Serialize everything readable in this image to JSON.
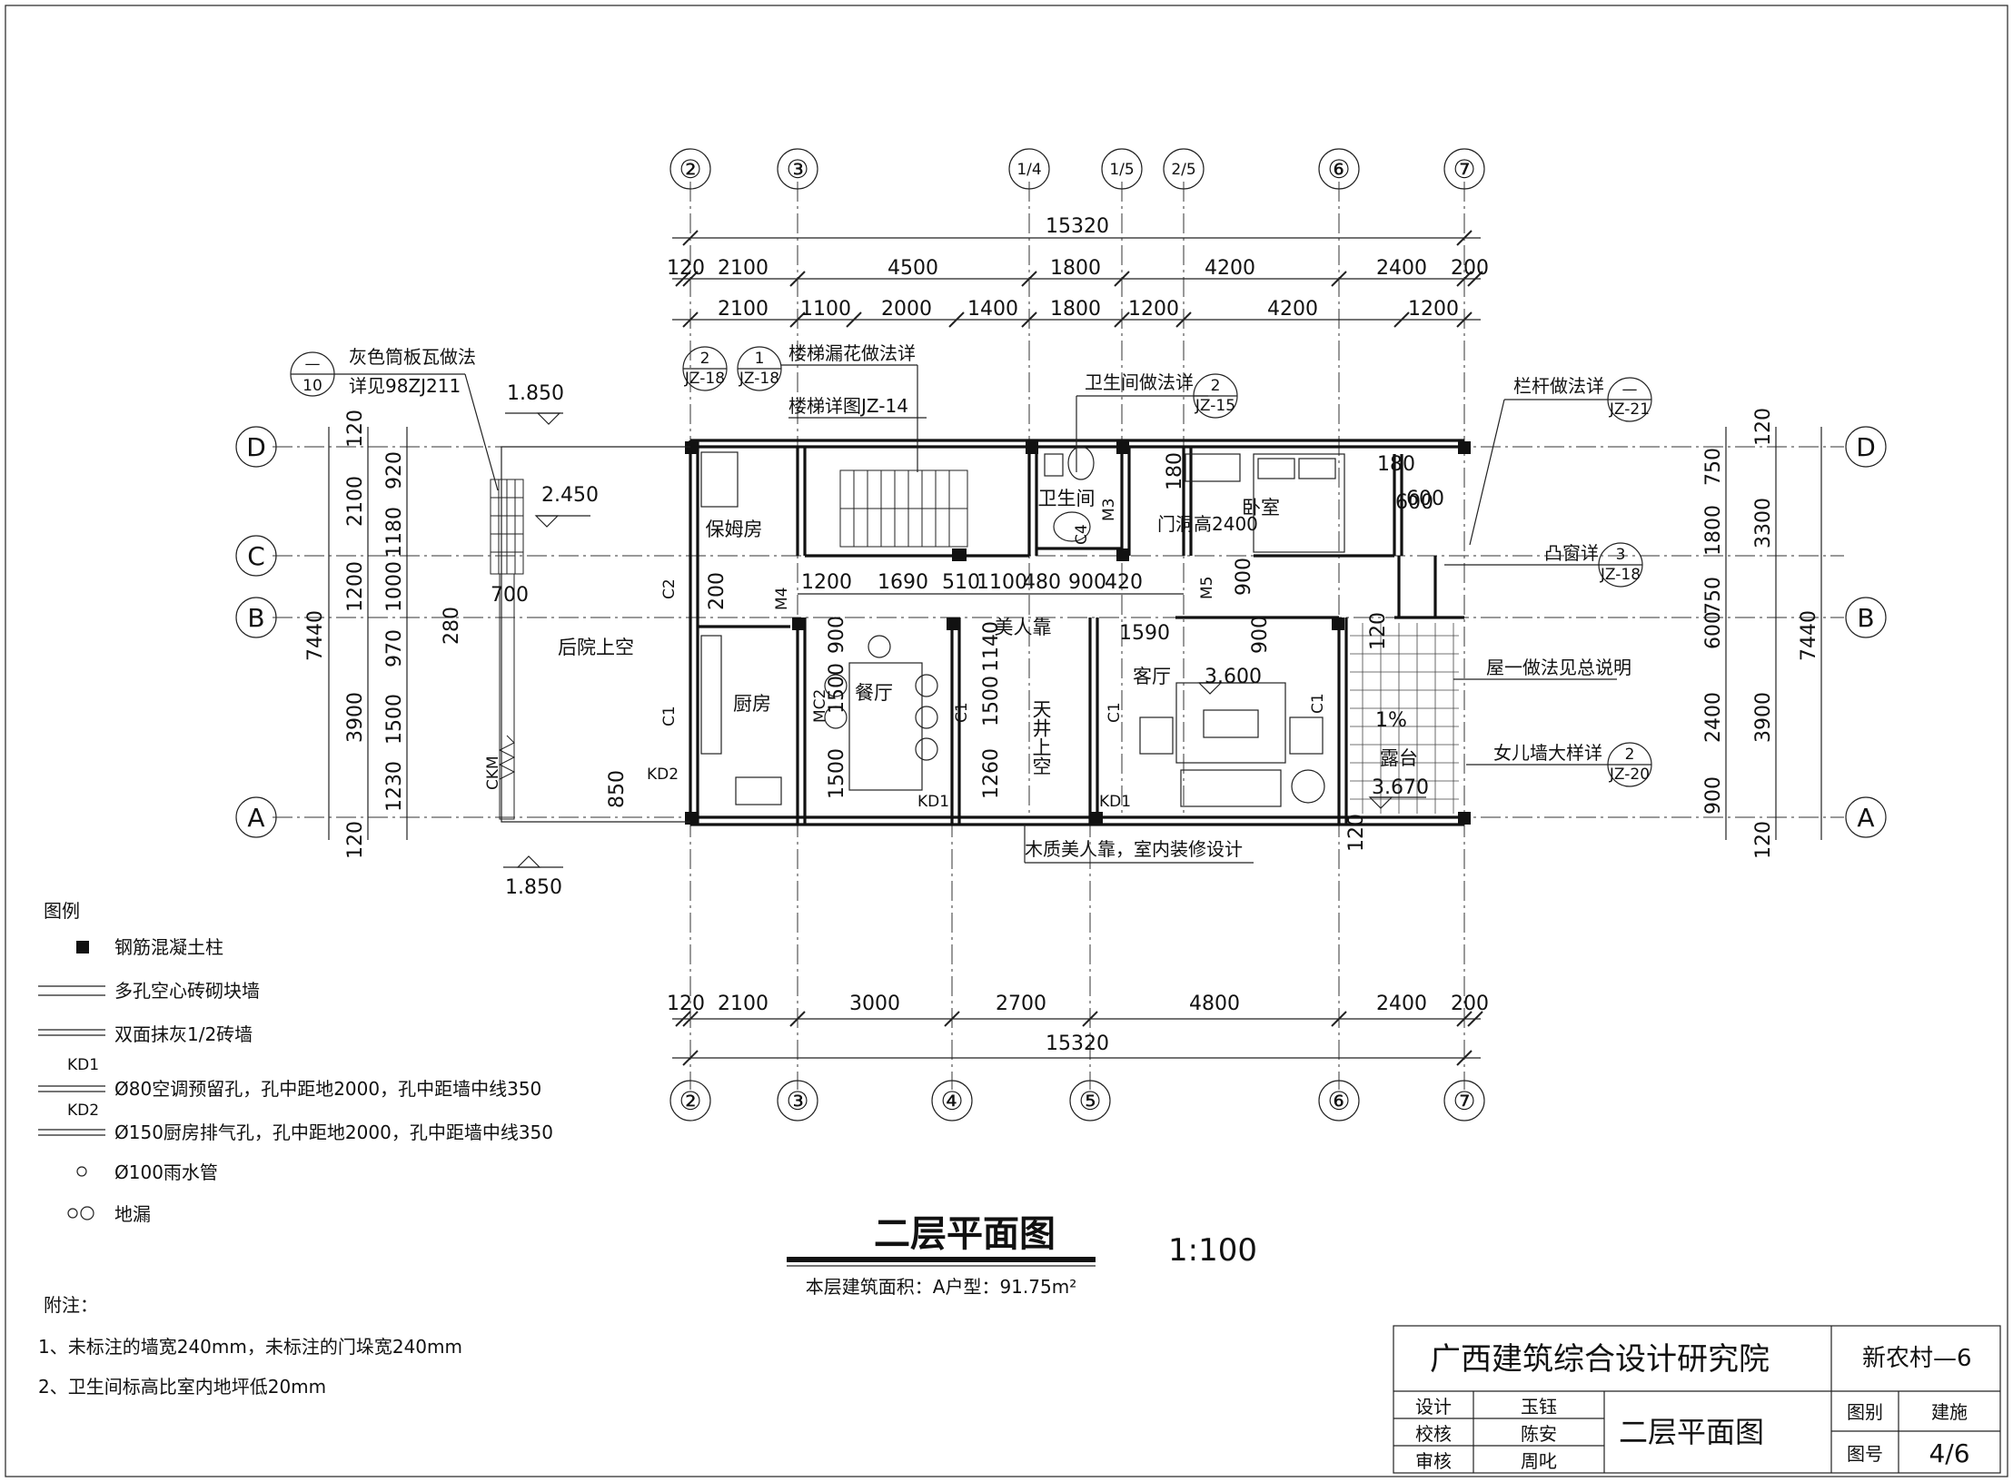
{
  "axes_top": [
    "②",
    "③",
    "1/4",
    "1/5",
    "2/5",
    "⑥",
    "⑦"
  ],
  "axes_bottom": [
    "②",
    "③",
    "④",
    "⑤",
    "⑥",
    "⑦"
  ],
  "axes_rows": [
    "D",
    "C",
    "B",
    "A"
  ],
  "dims": {
    "total_top": "15320",
    "top_row1": [
      "120",
      "2100",
      "4500",
      "1800",
      "4200",
      "2400",
      "200"
    ],
    "top_row2": [
      "2100",
      "1100",
      "2000",
      "1400",
      "1800",
      "1200",
      "4200",
      "1200"
    ],
    "bottom_row1": [
      "120",
      "2100",
      "3000",
      "2700",
      "4800",
      "2400",
      "200"
    ],
    "total_bottom": "15320",
    "left_total": "7440",
    "left_row1": [
      "120",
      "2100",
      "1200",
      "3900",
      "120"
    ],
    "left_row2": [
      "920",
      "1180",
      "1000",
      "970",
      "1500",
      "1230"
    ],
    "right_total": "7440",
    "right_row1": [
      "120",
      "3300",
      "3900",
      "120"
    ],
    "right_row2": [
      "750",
      "1800",
      "750",
      "600",
      "2400",
      "900"
    ],
    "inner_row": [
      "1200",
      "1690",
      "510",
      "1100",
      "480",
      "900",
      "420"
    ],
    "misc": [
      "200",
      "280",
      "700",
      "1590",
      "1140",
      "1500",
      "1260",
      "900",
      "1500",
      "1500",
      "900",
      "180",
      "600",
      "180",
      "850",
      "120",
      "120",
      "900",
      "1%",
      "600"
    ]
  },
  "elevations": [
    "1.850",
    "2.450",
    "1.850",
    "3.600",
    "3.670"
  ],
  "rooms": {
    "nanny": "保姆房",
    "kitchen": "厨房",
    "dining": "餐厅",
    "patio": "天井上空",
    "living": "客厅",
    "bath": "卫生间",
    "master": "卧室",
    "terrace": "露台",
    "backyard": "后院上空",
    "beauty": "美人靠"
  },
  "doors": [
    "C1",
    "C2",
    "M4",
    "MC2",
    "C1",
    "C1",
    "C1",
    "M3",
    "M5",
    "C4",
    "KD1",
    "KD1",
    "KD2",
    "CKM"
  ],
  "callouts": {
    "roof_tile": "灰色筒板瓦做法",
    "roof_tile_ref": "详见98ZJ211",
    "roof_tile_idx": "—",
    "roof_tile_num": "10",
    "stair_lattice": "楼梯漏花做法详",
    "stair_detail": "楼梯详图JZ-14",
    "jz18a_top": "2",
    "jz18a_bot": "JZ-18",
    "jz18b_top": "1",
    "jz18b_bot": "JZ-18",
    "bath_detail": "卫生间做法详",
    "jz15_top": "2",
    "jz15_bot": "JZ-15",
    "railing": "栏杆做法详",
    "jz21_top": "—",
    "jz21_bot": "JZ-21",
    "bay_window": "凸窗详",
    "jz18c_top": "3",
    "jz18c_bot": "JZ-18",
    "roof_note": "屋一做法见总说明",
    "parapet": "女儿墙大样详",
    "jz20_top": "2",
    "jz20_bot": "JZ-20",
    "door_height": "门洞高2400",
    "bench": "木质美人靠，室内装修设计"
  },
  "legend": {
    "title": "图例",
    "items": [
      "钢筋混凝土柱",
      "多孔空心砖砌块墙",
      "双面抹灰1/2砖墙",
      "Ø80空调预留孔，孔中距地2000，孔中距墙中线350",
      "Ø150厨房排气孔，孔中距地2000，孔中距墙中线350",
      "Ø100雨水管",
      "地漏"
    ],
    "kd1": "KD1",
    "kd2": "KD2"
  },
  "drawing_title": "二层平面图",
  "scale": "1:100",
  "area_note": "本层建筑面积：A户型：91.75m²",
  "notes": {
    "title": "附注：",
    "items": [
      "1、未标注的墙宽240mm，未标注的门垛宽240mm",
      "2、卫生间标高比室内地坪低20mm"
    ]
  },
  "title_block": {
    "institute": "广西建筑综合设计研究院",
    "project": "新农村—6",
    "sheet_name": "二层平面图",
    "design_label": "设计",
    "design_name": "玉钰",
    "check_label": "校核",
    "check_name": "陈安",
    "review_label": "审核",
    "review_name": "周叱",
    "category_label": "图别",
    "category_value": "建施",
    "number_label": "图号",
    "number_value": "4/6"
  }
}
